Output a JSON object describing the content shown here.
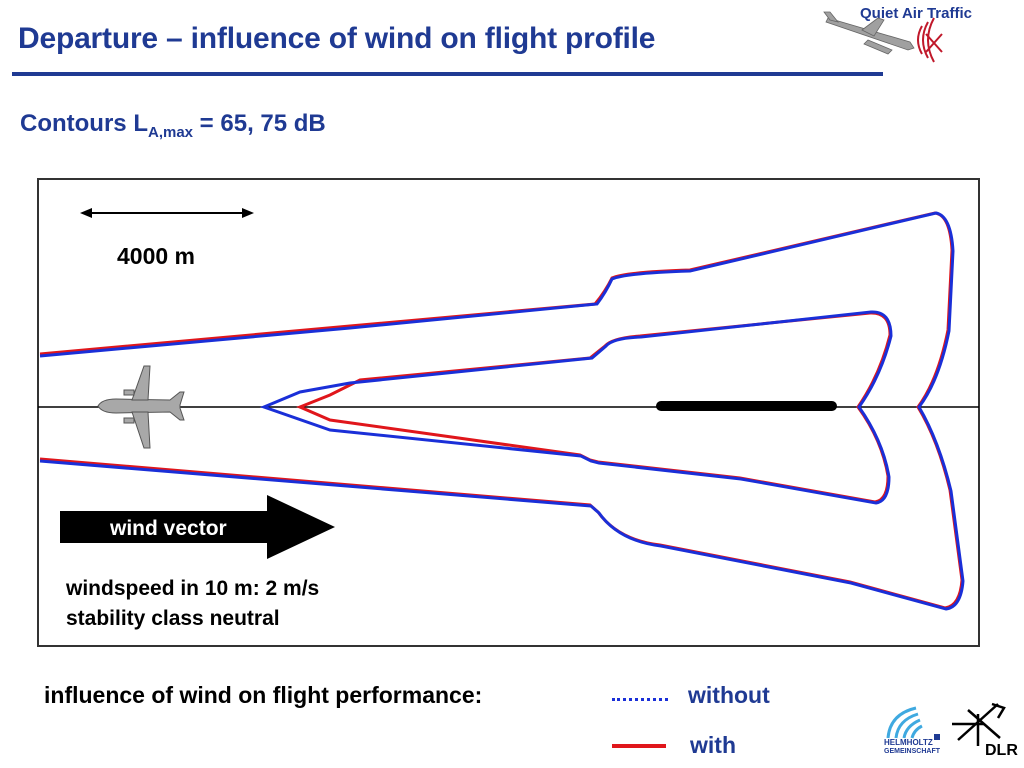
{
  "header": {
    "title": "Departure – influence of wind on flight profile",
    "brand": "Quiet Air Traffic"
  },
  "subtitle": {
    "prefix": "Contours L",
    "subscript": "A,max",
    "suffix": " = 65, 75 dB"
  },
  "diagram": {
    "scale_label": "4000 m",
    "wind_label": "wind vector",
    "note_line1": "windspeed in 10 m: 2 m/s",
    "note_line2": "stability class neutral"
  },
  "legend": {
    "label": "influence of wind on flight performance:",
    "without": "without",
    "with": "with",
    "colors": {
      "without": "#1a2fd8",
      "with": "#e0161b",
      "accent": "#1f3a93"
    }
  },
  "logos": {
    "helmholtz_line1": "HELMHOLTZ",
    "helmholtz_line2": "GEMEINSCHAFT",
    "dlr": "DLR"
  }
}
